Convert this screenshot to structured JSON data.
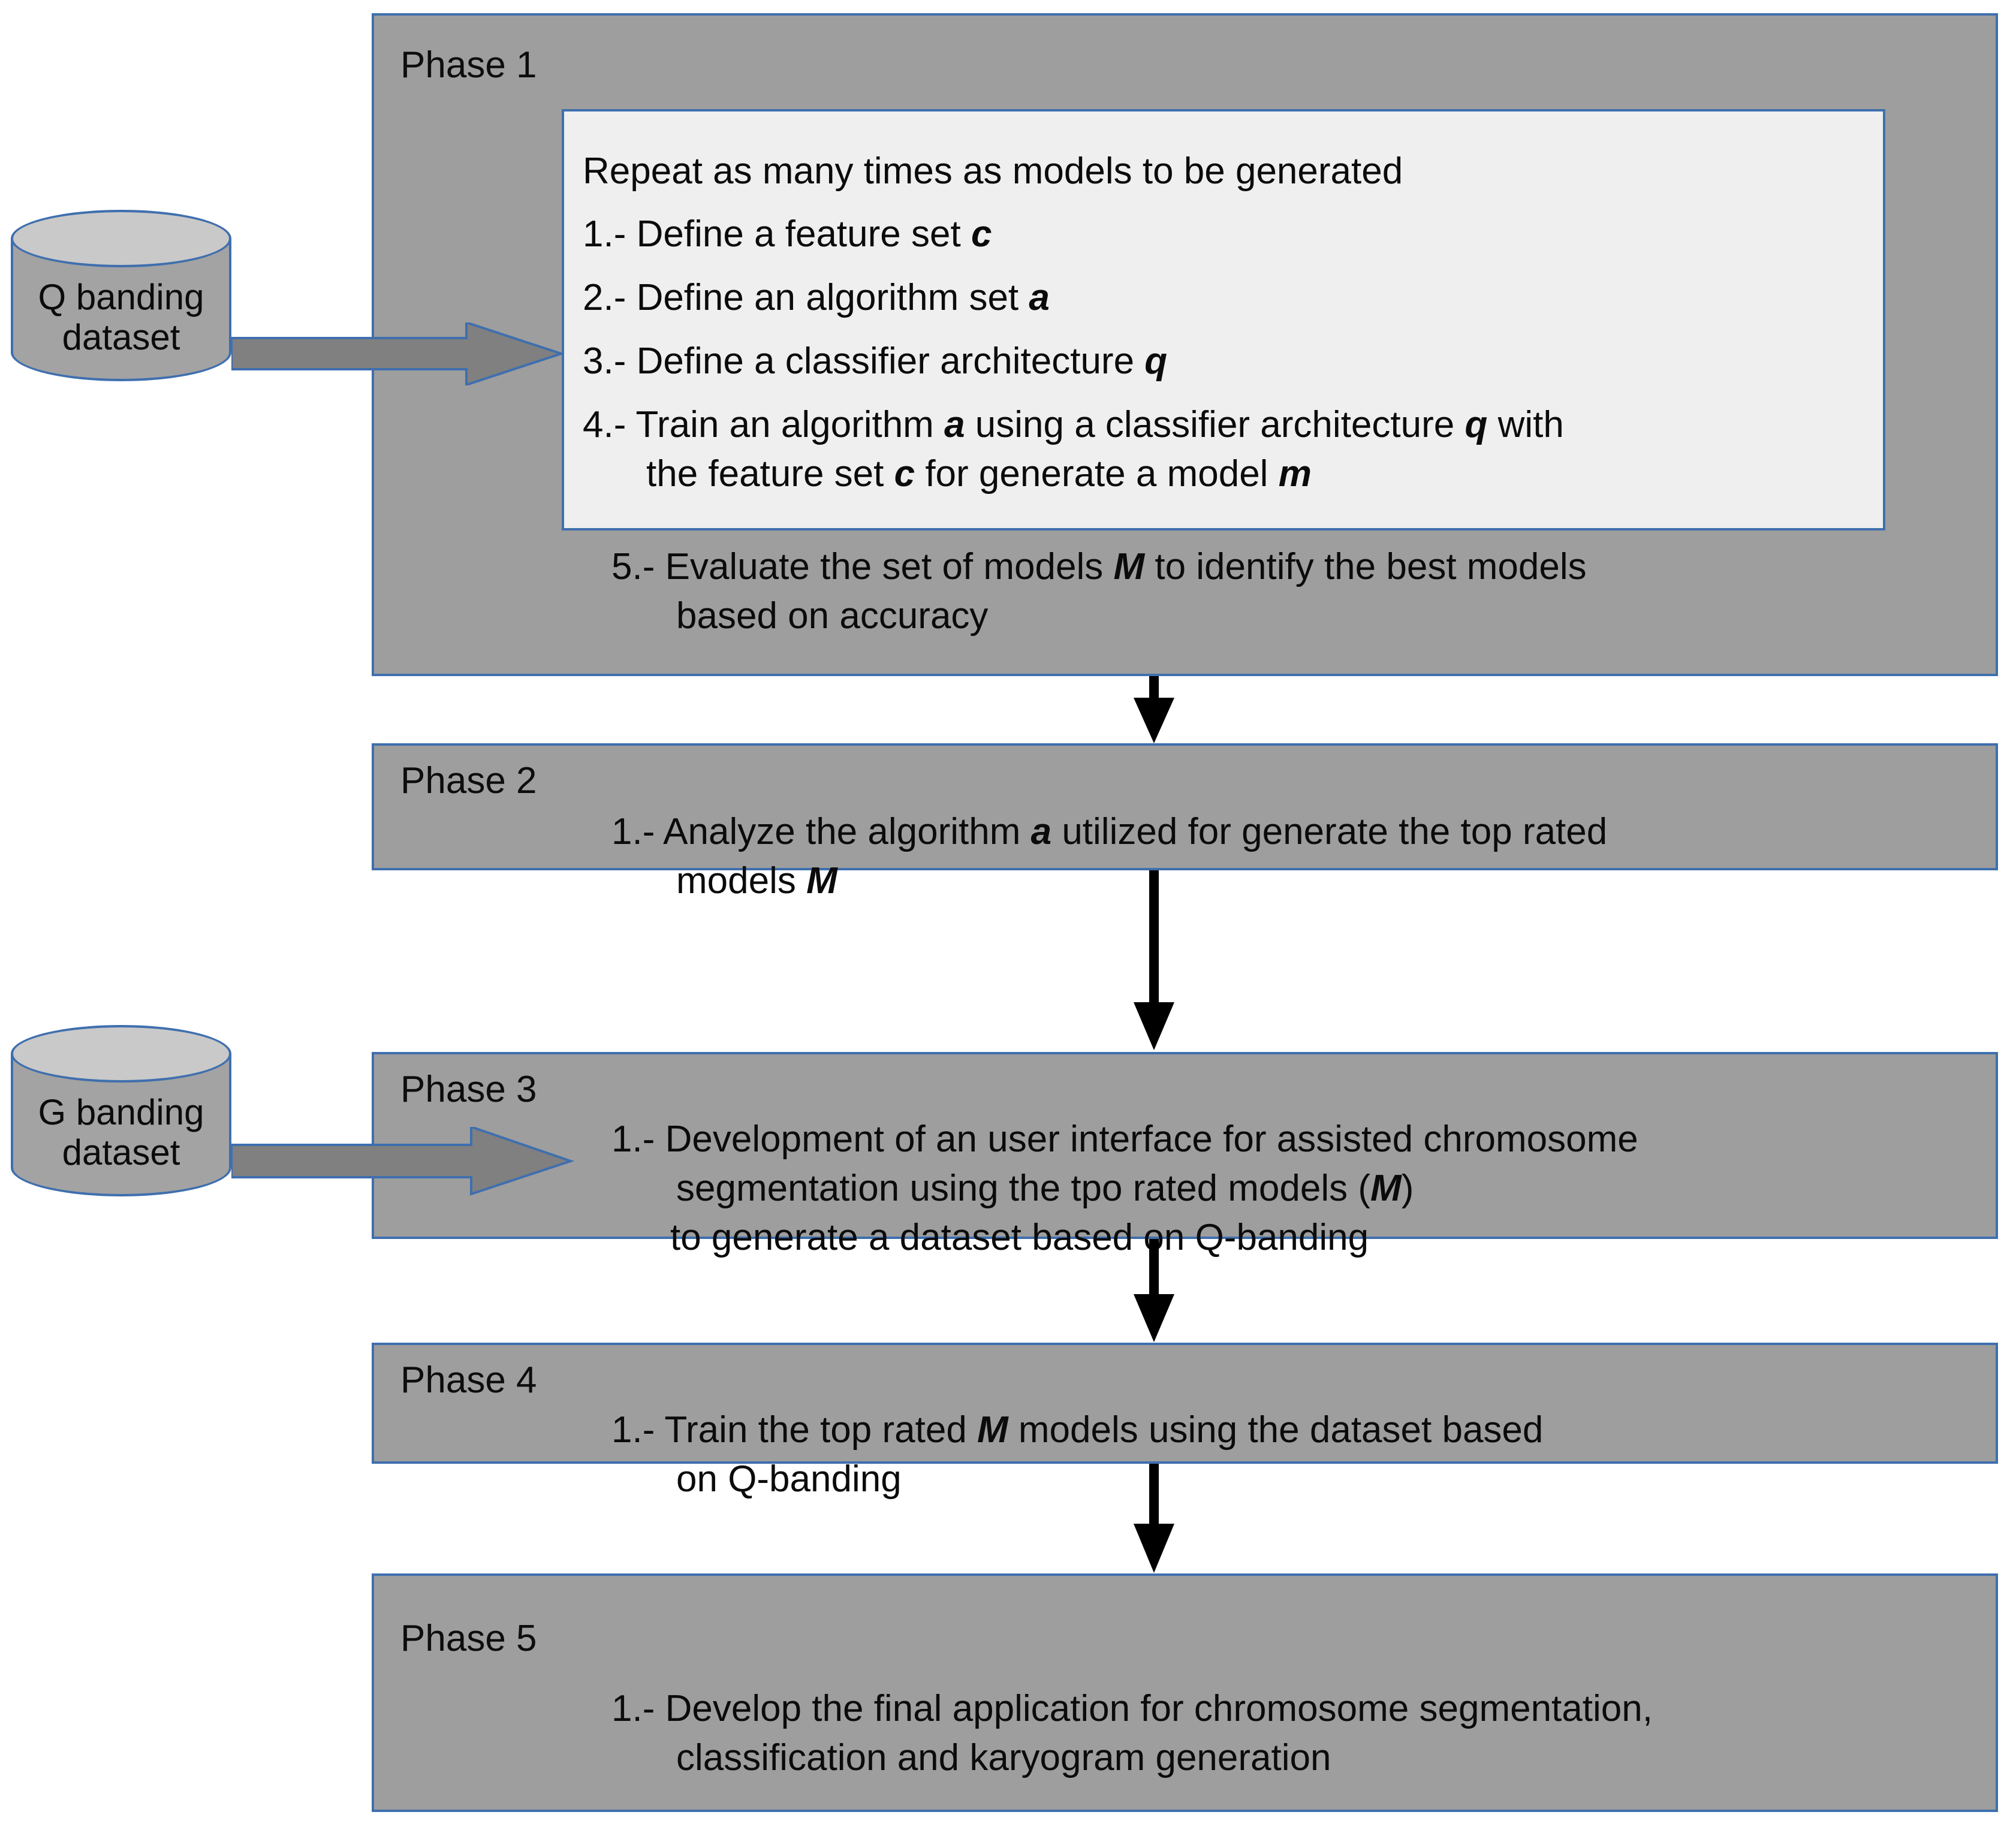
{
  "diagram": {
    "title": "Five-phase chromosome classification methodology flowchart",
    "colors": {
      "phase_fill": "#9e9e9e",
      "phase_border": "#3f6fae",
      "inner_fill": "#efefef",
      "cylinder_body": "#a3a3a3",
      "cylinder_top": "#c9c9c9",
      "block_arrow_fill": "#808080",
      "connector_arrow": "#000000",
      "text": "#0b0b0b",
      "background": "#ffffff"
    }
  },
  "datastores": [
    {
      "id": "q-banding",
      "line1": "Q banding",
      "line2": "dataset",
      "feeds": "Phase 1"
    },
    {
      "id": "g-banding",
      "line1": "G banding",
      "line2": "dataset",
      "feeds": "Phase 3"
    }
  ],
  "phases": [
    {
      "id": "phase-1",
      "title": "Phase 1",
      "inner_box": {
        "header": "Repeat as many times as models to be generated",
        "steps": [
          {
            "num": "1.-",
            "text_a": "Define a feature set ",
            "sym_a": "c",
            "text_b": "",
            "sym_b": "",
            "text_c": ""
          },
          {
            "num": "2.-",
            "text_a": "Define an algorithm set ",
            "sym_a": "a",
            "text_b": "",
            "sym_b": "",
            "text_c": ""
          },
          {
            "num": "3.-",
            "text_a": "Define a classifier architecture ",
            "sym_a": "q",
            "text_b": "",
            "sym_b": "",
            "text_c": ""
          }
        ],
        "step4": {
          "num": "4.-",
          "l1_a": "Train an algorithm ",
          "l1_sym1": "a",
          "l1_b": " using a classifier architecture ",
          "l1_sym2": "q",
          "l1_c": " with",
          "l2_a": "the feature set ",
          "l2_sym1": "c",
          "l2_b": " for generate a model ",
          "l2_sym2": "m"
        }
      },
      "step5": {
        "num": "5.-",
        "l1_a": "Evaluate the set of models ",
        "l1_sym": "M",
        "l1_b": " to identify the best models",
        "l2": "based on accuracy"
      }
    },
    {
      "id": "phase-2",
      "title": "Phase 2",
      "step1": {
        "num": "1.-",
        "l1_a": "Analyze the algorithm ",
        "l1_sym": "a",
        "l1_b": " utilized for generate the top rated",
        "l2_a": "models ",
        "l2_sym": "M"
      }
    },
    {
      "id": "phase-3",
      "title": "Phase 3",
      "step1": {
        "num": "1.-",
        "l1": "Development of an user interface for assisted chromosome",
        "l2_a": "segmentation using the tpo rated models (",
        "l2_sym": "M",
        "l2_b": ")",
        "l3": "to generate a dataset based on Q-banding"
      }
    },
    {
      "id": "phase-4",
      "title": "Phase 4",
      "step1": {
        "num": "1.-",
        "l1_a": "Train the top rated ",
        "l1_sym": "M",
        "l1_b": " models using the dataset based",
        "l2": "on Q-banding"
      }
    },
    {
      "id": "phase-5",
      "title": "Phase 5",
      "step1": {
        "num": "1.-",
        "l1": "Develop the final application for chromosome segmentation,",
        "l2": "classification and karyogram generation"
      }
    }
  ],
  "connectors": [
    {
      "id": "p1-to-p2",
      "from": "Phase 1",
      "to": "Phase 2",
      "kind": "down-arrow"
    },
    {
      "id": "p2-to-p3",
      "from": "Phase 2",
      "to": "Phase 3",
      "kind": "down-arrow"
    },
    {
      "id": "p3-to-p4",
      "from": "Phase 3",
      "to": "Phase 4",
      "kind": "down-arrow"
    },
    {
      "id": "p4-to-p5",
      "from": "Phase 4",
      "to": "Phase 5",
      "kind": "down-arrow"
    },
    {
      "id": "q-to-p1",
      "from": "Q banding dataset",
      "to": "Phase 1",
      "kind": "block-arrow-right"
    },
    {
      "id": "g-to-p3",
      "from": "G banding dataset",
      "to": "Phase 3",
      "kind": "block-arrow-right"
    }
  ]
}
